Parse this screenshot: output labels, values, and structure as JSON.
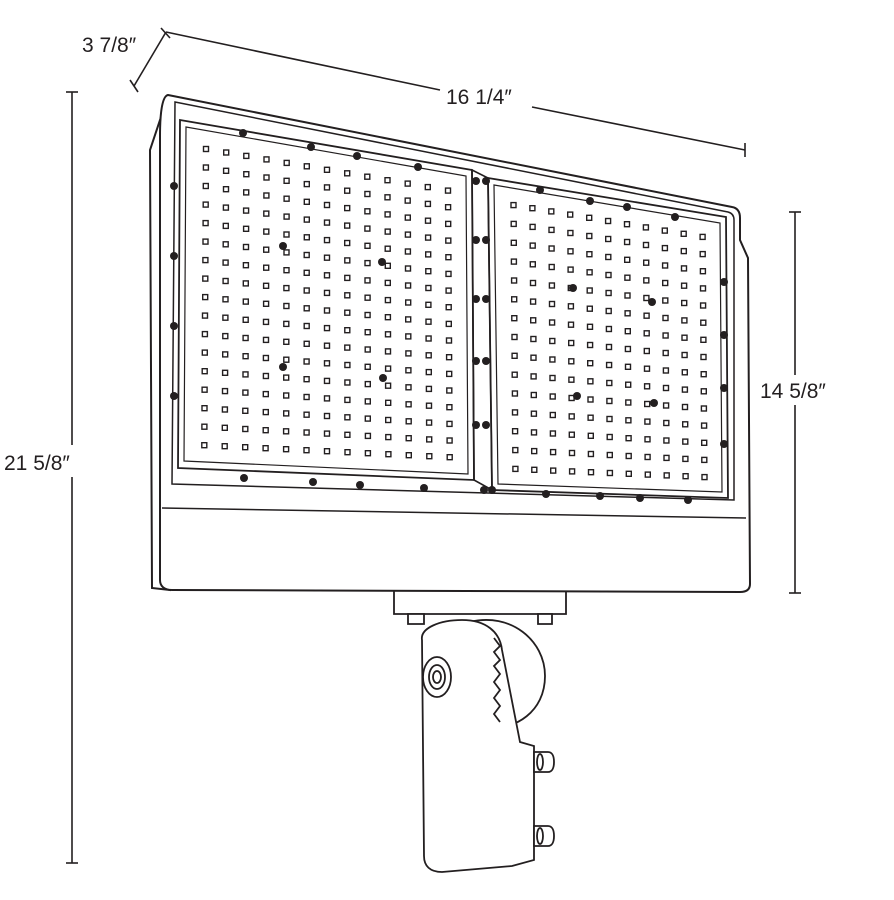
{
  "dimensions": {
    "depth": "3 7/8″",
    "width": "16 1/4″",
    "total_height": "21 5/8″",
    "fixture_height": "14 5/8″"
  },
  "colors": {
    "line": "#231f20",
    "background": "#ffffff"
  }
}
